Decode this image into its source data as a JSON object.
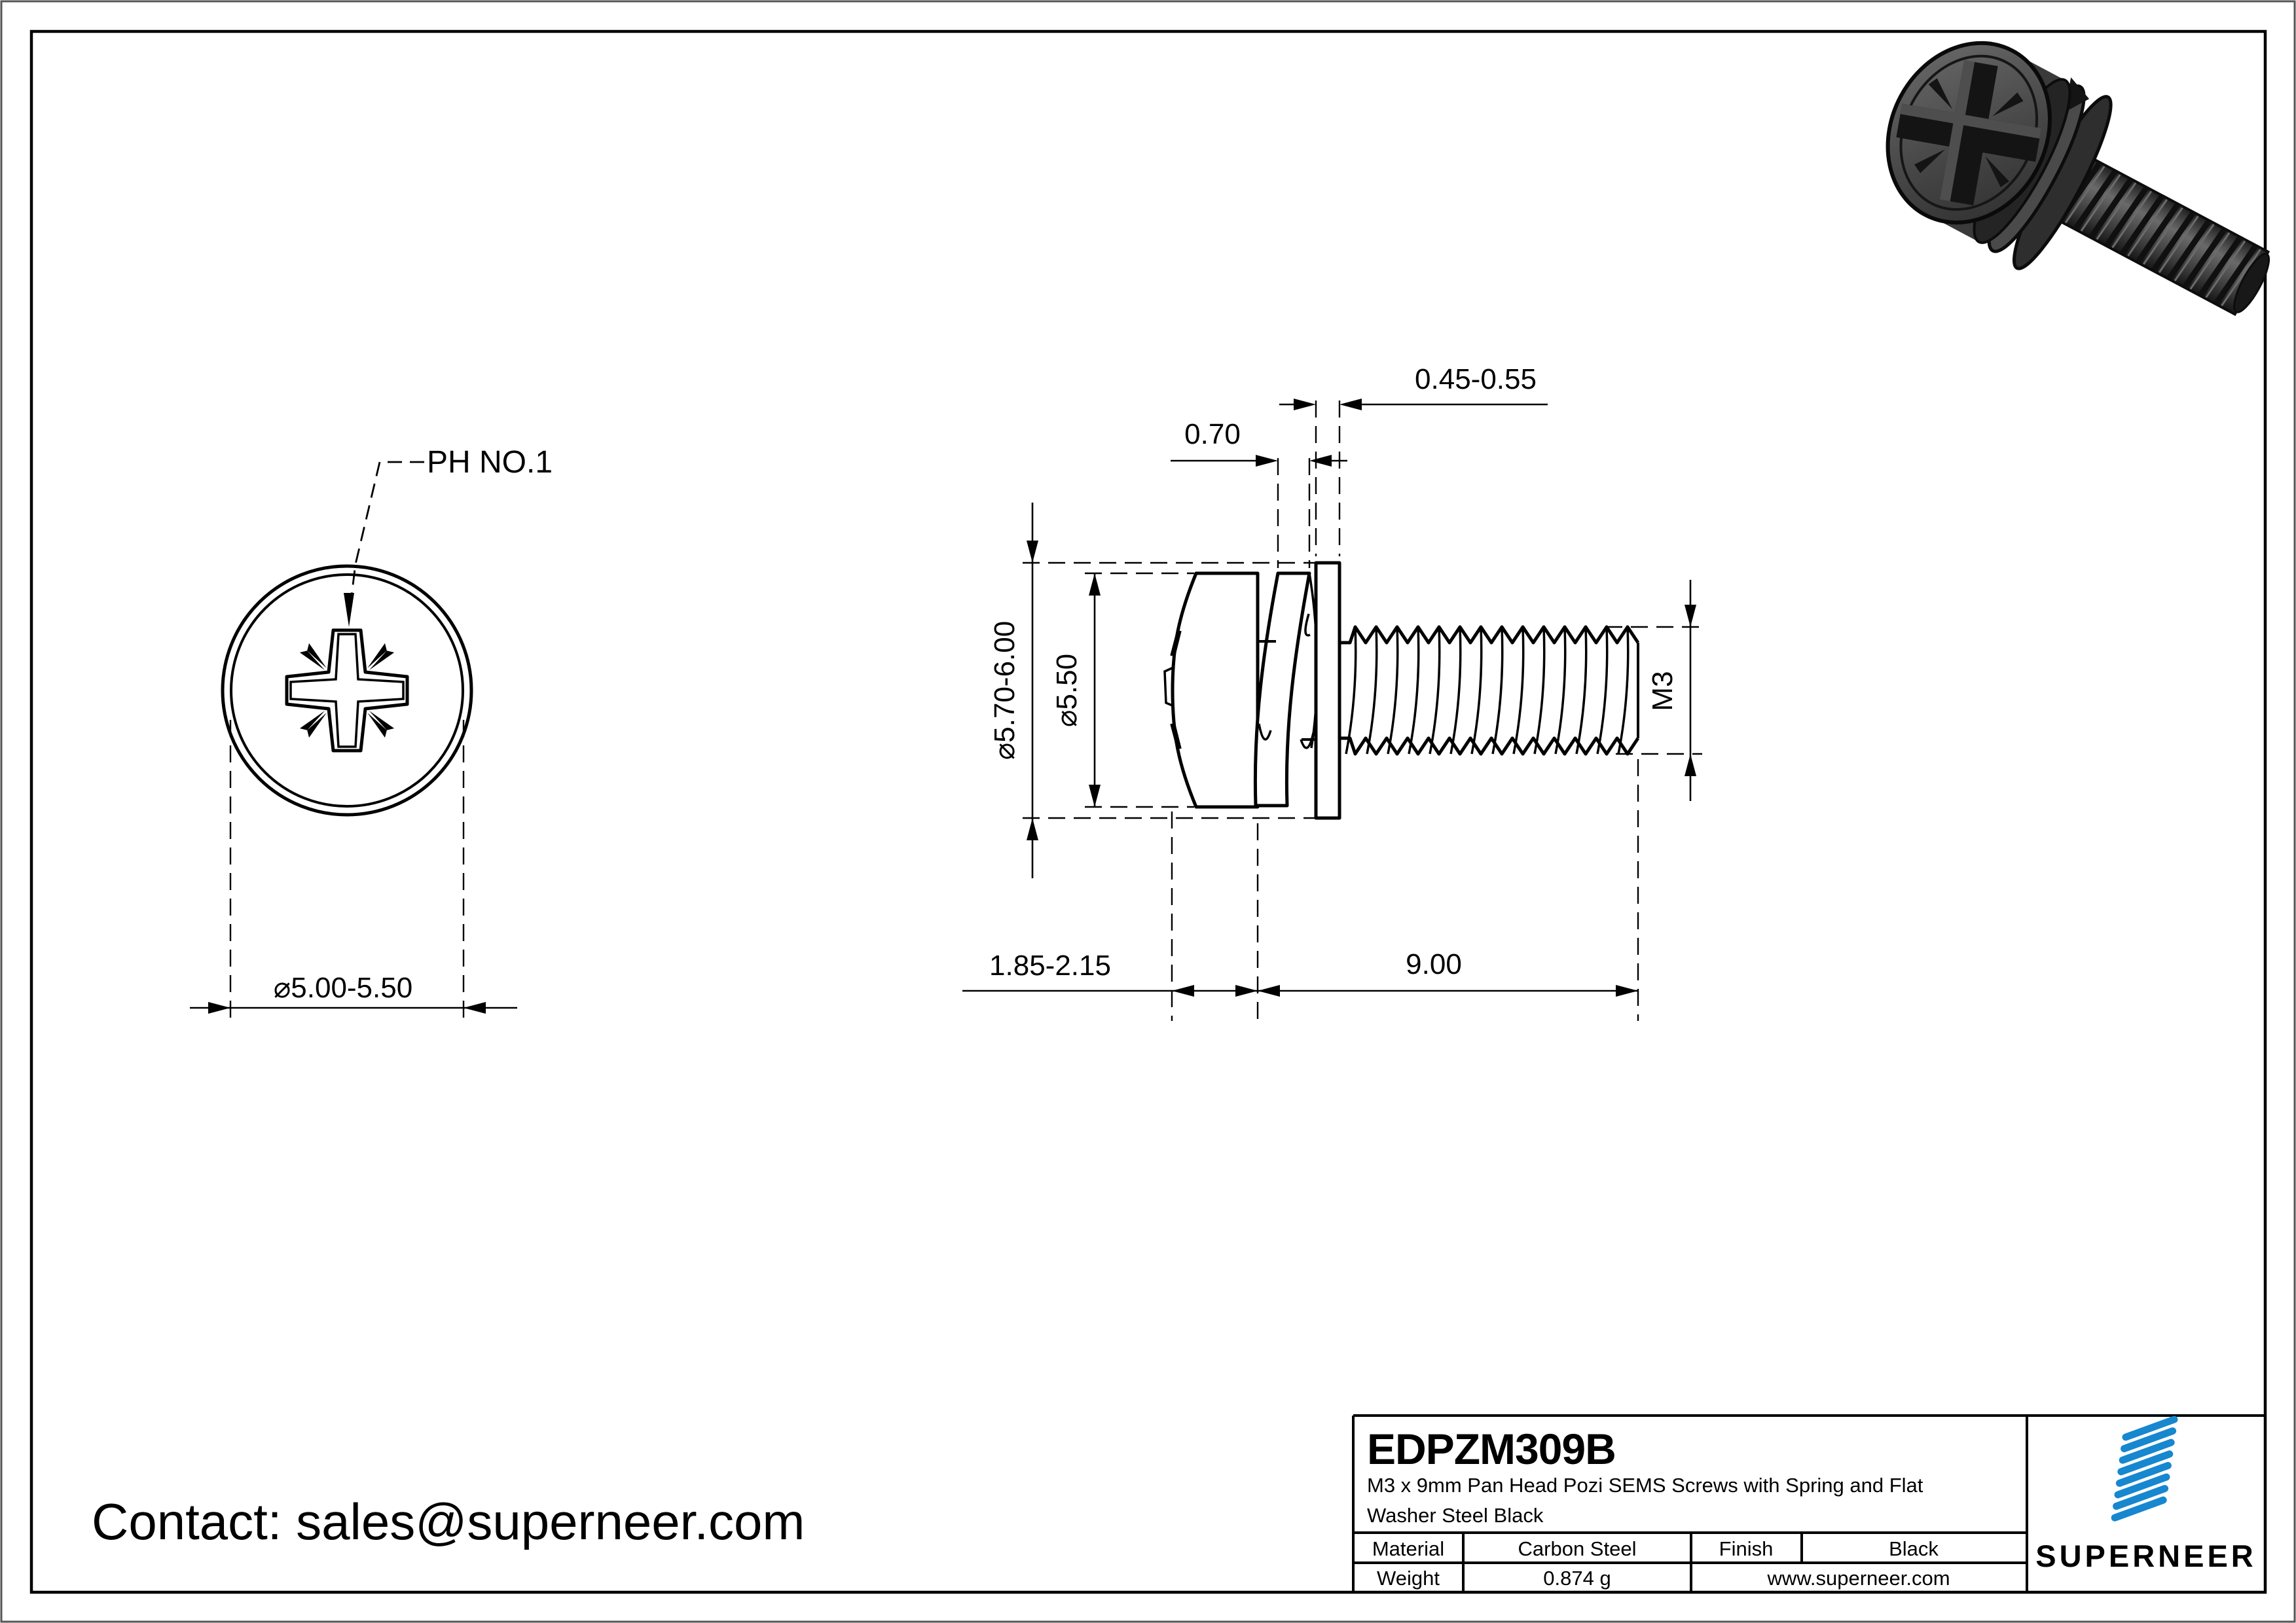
{
  "page": {
    "accent": "#1787cf",
    "link_color": "#1878d2",
    "line_color": "#000000"
  },
  "front_view": {
    "recess_label": "PH NO.1",
    "head_diameter_dim": "⌀5.00-5.50"
  },
  "side_view": {
    "spring_washer_thickness_dim": "0.70",
    "flat_washer_thickness_dim": "0.45-0.55",
    "washer_od_dim": "⌀5.70-6.00",
    "head_od_dim": "⌀5.50",
    "head_height_dim": "1.85-2.15",
    "thread_length_dim": "9.00",
    "thread_size_dim": "M3"
  },
  "contact": {
    "text": "Contact: sales@superneer.com"
  },
  "title_block": {
    "part_number": "EDPZM309B",
    "description_line1": "M3 x 9mm Pan Head Pozi SEMS Screws with Spring and Flat",
    "description_line2": "Washer Steel Black",
    "material_label": "Material",
    "material_value": "Carbon Steel",
    "finish_label": "Finish",
    "finish_value": "Black",
    "weight_label": "Weight",
    "weight_value": "0.874 g",
    "website": "www.superneer.com",
    "brand": "SUPERNEER"
  }
}
